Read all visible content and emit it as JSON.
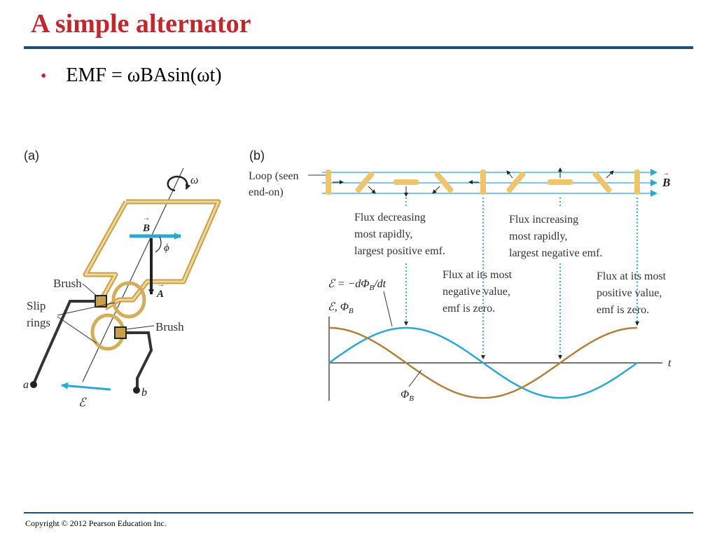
{
  "slide": {
    "title": "A simple alternator",
    "bullet": "EMF = ωBAsin(ωt)",
    "copyright": "Copyright © 2012 Pearson Education Inc."
  },
  "colors": {
    "title": "#c0282d",
    "rule": "#1f4e79",
    "wire_gold": "#e8c874",
    "field_blue": "#29a8d8",
    "emf_curve": "#29a8d8",
    "flux_curve": "#b0813b"
  },
  "panel_a": {
    "label": "(a)",
    "omega": "ω",
    "b_vec": "B",
    "a_vec": "A",
    "phi": "ϕ",
    "brush_top": "Brush",
    "brush_bottom": "Brush",
    "slip_line1": "Slip",
    "slip_line2": "rings",
    "terminal_a": "a",
    "terminal_b": "b",
    "emf_symbol": "ℰ"
  },
  "panel_b": {
    "label": "(b)",
    "loop_line1": "Loop (seen",
    "loop_line2": "end-on)",
    "b_label": "B",
    "ann1_line1": "Flux decreasing",
    "ann1_line2": "most rapidly,",
    "ann1_line3": "largest positive emf.",
    "ann2_line1": "Flux increasing",
    "ann2_line2": "most rapidly,",
    "ann2_line3": "largest negative emf.",
    "ann3_line1": "Flux at its most",
    "ann3_line2": "negative value,",
    "ann3_line3": "emf is zero.",
    "ann4_line1": "Flux at its most",
    "ann4_line2": "positive value,",
    "ann4_line3": "emf is zero.",
    "eq_lhs": "ℰ = −dΦ",
    "eq_sub": "B",
    "eq_rhs": "/dt",
    "yaxis": "ℰ, Φ",
    "yaxis_sub": "B",
    "xaxis": "t",
    "phi_label": "Φ",
    "phi_sub": "B"
  },
  "chart_data": {
    "type": "line",
    "x": [
      0,
      0.25,
      0.5,
      0.75,
      1.0
    ],
    "series": [
      {
        "name": "ℰ",
        "values": [
          0,
          1,
          0,
          -1,
          0
        ]
      },
      {
        "name": "ΦB",
        "values": [
          1,
          0,
          -1,
          0,
          1
        ]
      }
    ],
    "xlabel": "t",
    "ylabel": "ℰ, ΦB",
    "ylim": [
      -1,
      1
    ],
    "grid": false
  }
}
